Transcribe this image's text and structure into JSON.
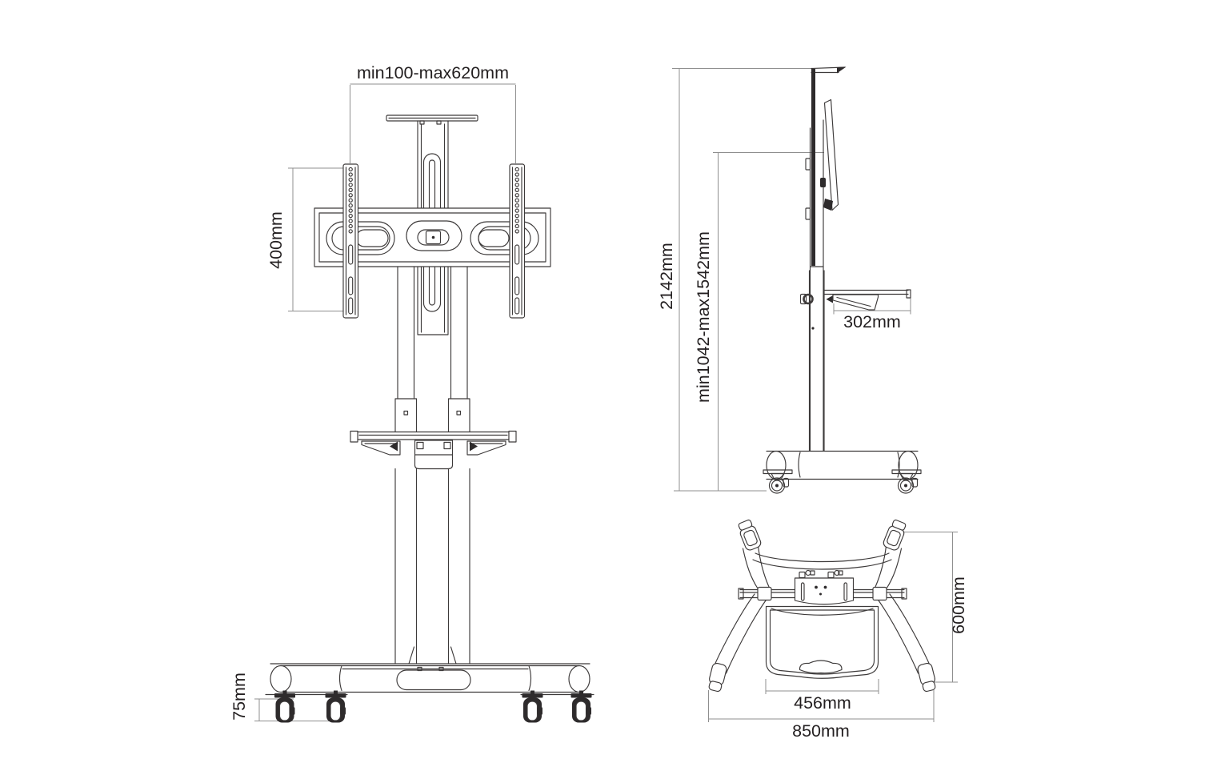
{
  "colors": {
    "background": "#ffffff",
    "line": "#3d3a3a",
    "dim_line": "#8f8f8f",
    "text": "#231f20",
    "dark_fill": "#2e2b2c"
  },
  "front_view": {
    "width_label": "min100-max620mm",
    "vesa_label": "400mm",
    "caster_label": "75mm"
  },
  "side_view": {
    "height_label": "2142mm",
    "screen_height_label": "min1042-max1542mm",
    "shelf_depth_label": "302mm"
  },
  "top_view": {
    "depth_label": "600mm",
    "shelf_width_label": "456mm",
    "base_width_label": "850mm"
  }
}
